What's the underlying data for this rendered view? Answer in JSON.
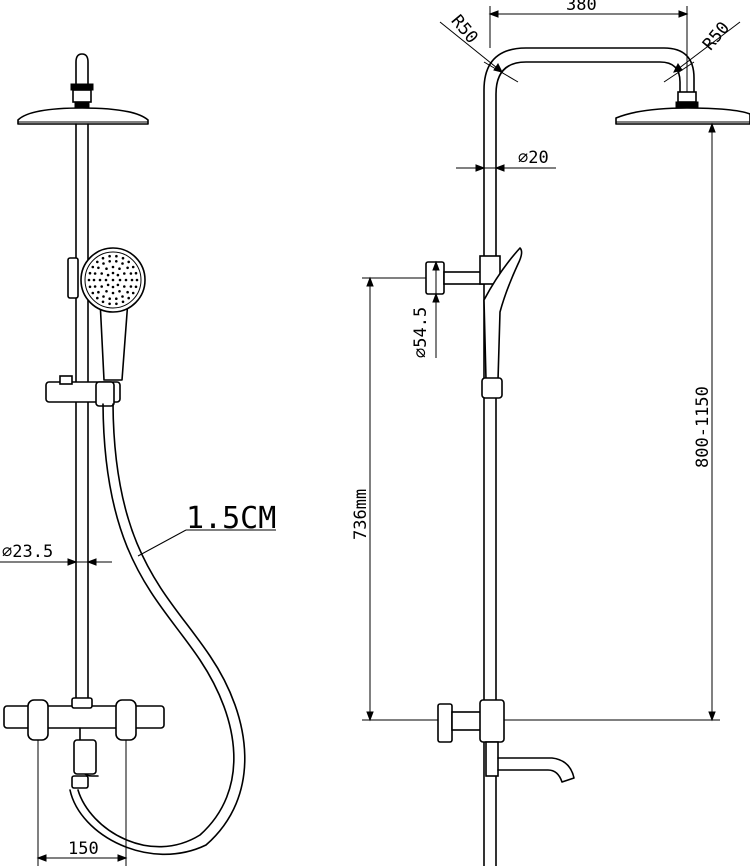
{
  "labels": {
    "top_width": "380",
    "bend_left": "R50",
    "bend_right": "R50",
    "upper_pipe": "⌀20",
    "handle_diameter": "⌀54.5",
    "slide_height": "736mm",
    "total_height": "800-1150",
    "hose_length": "1.5CM",
    "rail_diameter": "⌀23.5",
    "valve_spacing": "150"
  }
}
